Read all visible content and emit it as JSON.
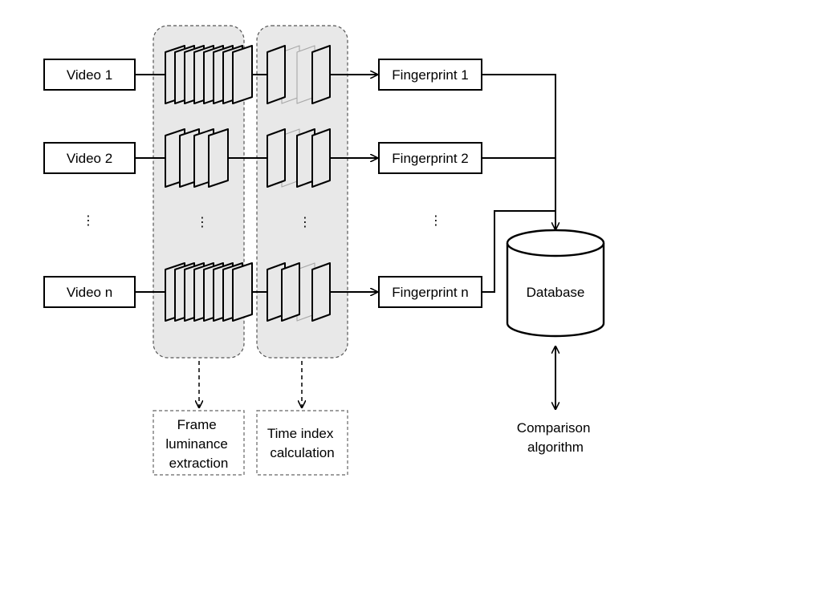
{
  "videos": [
    "Video 1",
    "Video 2",
    "Video n"
  ],
  "fingerprints": [
    "Fingerprint 1",
    "Fingerprint 2",
    "Fingerprint n"
  ],
  "database_label": "Database",
  "stages": {
    "luminance": [
      "Frame",
      "luminance",
      "extraction"
    ],
    "time_index": [
      "Time index",
      "calculation"
    ]
  },
  "comparison": [
    "Comparison",
    "algorithm"
  ],
  "ellipsis": "⋮",
  "colors": {
    "stroke": "#000000",
    "panel_fill": "#e8e8e8",
    "panel_border": "#555555",
    "frame_fill": "#e8e8e8",
    "ghost_frame": "#a8a8a8",
    "note_border": "#666666"
  }
}
